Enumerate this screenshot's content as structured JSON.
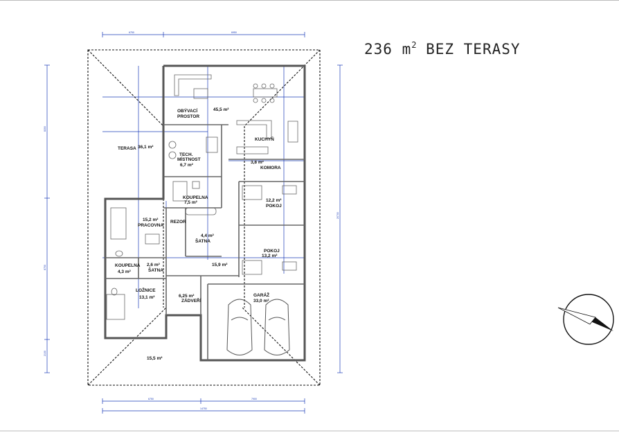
{
  "title": {
    "main": "236 m",
    "sup": "2",
    "rest": " BEZ TERASY"
  },
  "rooms": {
    "obyvaci_prostor": {
      "line1": "OBÝVACÍ",
      "line2": "PROSTOR",
      "area": "45,5 m²"
    },
    "terasa": {
      "name": "TERASA",
      "area": "36,1 m²"
    },
    "kuchyn": {
      "name": "KUCHYŇ"
    },
    "tech_mistnost": {
      "line1": "TECH.",
      "line2": "MÍSTNOST",
      "area": "6,7 m²"
    },
    "komora": {
      "name": "KOMORA",
      "area": "3,8 m²"
    },
    "koupelna_1": {
      "name": "KOUPELNA",
      "area": "7,5 m²"
    },
    "pokoj_1": {
      "name": "POKOJ",
      "area": "12,2 m²"
    },
    "pracovna": {
      "name": "PRACOVNA",
      "area": "15,2 m²"
    },
    "rezor": {
      "name": "REZOR"
    },
    "satna_1": {
      "name": "ŠATNA",
      "area": "4,4 m²"
    },
    "pokoj_2": {
      "name": "POKOJ",
      "area": "13,2 m²"
    },
    "koupelna_2": {
      "name": "KOUPELNA",
      "area": "4,3 m²"
    },
    "satna_2": {
      "name": "ŠATNA",
      "area": "2,6 m²"
    },
    "chodba": {
      "area": "15,9 m²"
    },
    "loznice": {
      "name": "LOŽNICE",
      "area": "13,1 m²"
    },
    "zadveri": {
      "name": "ZÁDVEŘÍ",
      "area": "6,25 m²"
    },
    "garaz": {
      "name": "GARÁŽ",
      "area": "33,0 m²"
    },
    "venkovni": {
      "area": "15,5 m²"
    }
  },
  "colors": {
    "wall": "#555555",
    "dimension": "#1a3bb8",
    "roof": "#111111",
    "furniture": "#666666"
  },
  "icons": [
    "compass-icon",
    "car-icon",
    "bed-icon",
    "bathtub-icon",
    "toilet-icon",
    "sofa-icon",
    "dining-table-icon"
  ]
}
